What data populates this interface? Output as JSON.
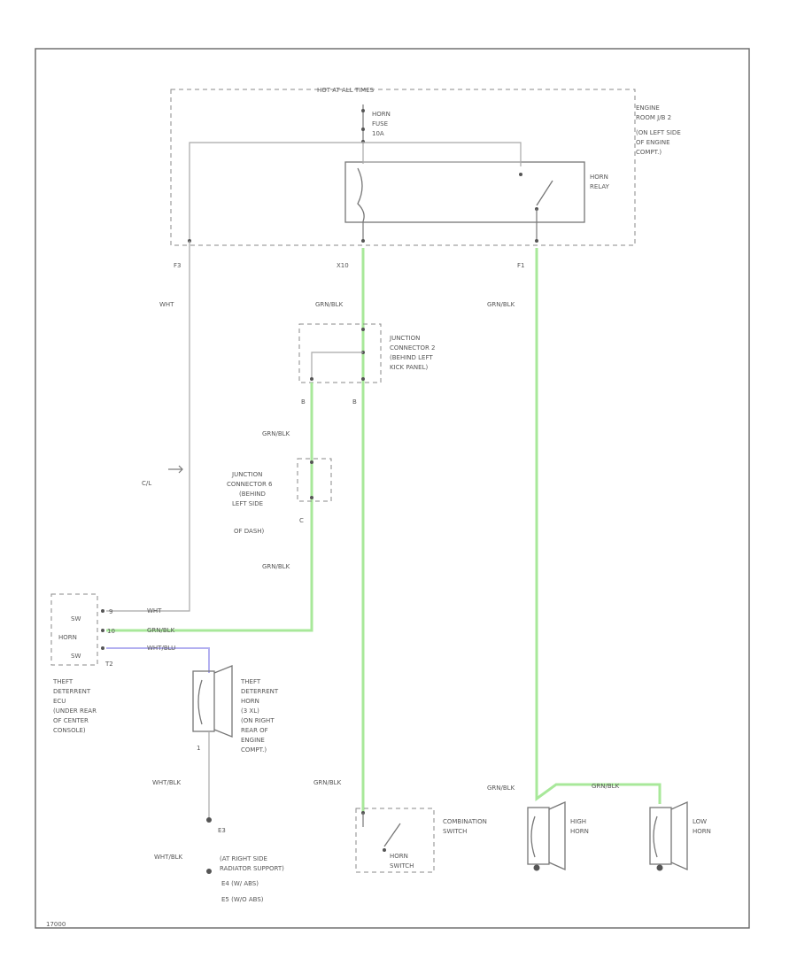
{
  "diagram": {
    "labels": {
      "hot_at_all_times": "HOT AT ALL TIMES",
      "horn_fuse_l1": "HORN",
      "horn_fuse_l2": "FUSE",
      "horn_fuse_l3": "10A",
      "engine_room_jb_l1": "ENGINE",
      "engine_room_jb_l2": "ROOM J/B 2",
      "engine_room_jb_l3": "(ON LEFT SIDE",
      "engine_room_jb_l4": "OF ENGINE",
      "engine_room_jb_l5": "COMPT.)",
      "horn_relay_l1": "HORN",
      "horn_relay_l2": "RELAY",
      "pin_f3": "F3",
      "pin_x10": "X10",
      "pin_f1": "F1",
      "wht_top": "WHT",
      "grn_blk_1": "GRN/BLK",
      "grn_blk_2": "GRN/BLK",
      "jc2_l1": "JUNCTION",
      "jc2_l2": "CONNECTOR 2",
      "jc2_l3": "(BEHIND LEFT",
      "jc2_l4": "KICK PANEL)",
      "pin_b_left": "B",
      "pin_b_right": "B",
      "grn_blk_3": "GRN/BLK",
      "c_dl": "C/L",
      "jc6_l1": "JUNCTION",
      "jc6_l2": "CONNECTOR 6",
      "jc6_l3": "(BEHIND",
      "jc6_l4": "LEFT SIDE",
      "jc6_l5": "OF DASH)",
      "pin_c": "C",
      "grn_blk_4": "GRN/BLK",
      "ecu_sw": "SW",
      "ecu_horn": "HORN",
      "ecu_sw2": "SW",
      "pin_ecu_9": "9",
      "pin_ecu_10": "10",
      "pin_ecu_t2": "T2",
      "wire_wht": "WHT",
      "wire_grn_blk": "GRN/BLK",
      "wire_wht_blu": "WHT/BLU",
      "ecu_l1": "THEFT",
      "ecu_l2": "DETERRENT",
      "ecu_l3": "ECU",
      "ecu_l4": "(UNDER REAR",
      "ecu_l5": "OF CENTER",
      "ecu_l6": "CONSOLE)",
      "tdh_l1": "THEFT",
      "tdh_l2": "DETERRENT",
      "tdh_l3": "HORN",
      "tdh_l4": "(3 XL)",
      "tdh_l5": "(ON RIGHT",
      "tdh_l6": "REAR OF",
      "tdh_l7": "ENGINE",
      "tdh_l8": "COMPT.)",
      "pin_1": "1",
      "wht_blk_1": "WHT/BLK",
      "pin_e3": "E3",
      "wht_blk_2": "WHT/BLK",
      "ground_l1": "(AT RIGHT SIDE",
      "ground_l2": "RADIATOR SUPPORT)",
      "ground_e4": "E4   (W/ ABS)",
      "ground_e5": "E5   (W/O ABS)",
      "grn_blk_5": "GRN/BLK",
      "comb_sw_l1": "COMBINATION",
      "comb_sw_l2": "SWITCH",
      "horn_sw_l1": "HORN",
      "horn_sw_l2": "SWITCH",
      "grn_blk_6": "GRN/BLK",
      "grn_blk_7": "GRN/BLK",
      "high_horn_l1": "HIGH",
      "high_horn_l2": "HORN",
      "low_horn_l1": "LOW",
      "low_horn_l2": "HORN",
      "corner_id": "17000"
    },
    "colors": {
      "green_wire": "#a8e89a",
      "blue_wire": "#b3b0f0"
    }
  }
}
